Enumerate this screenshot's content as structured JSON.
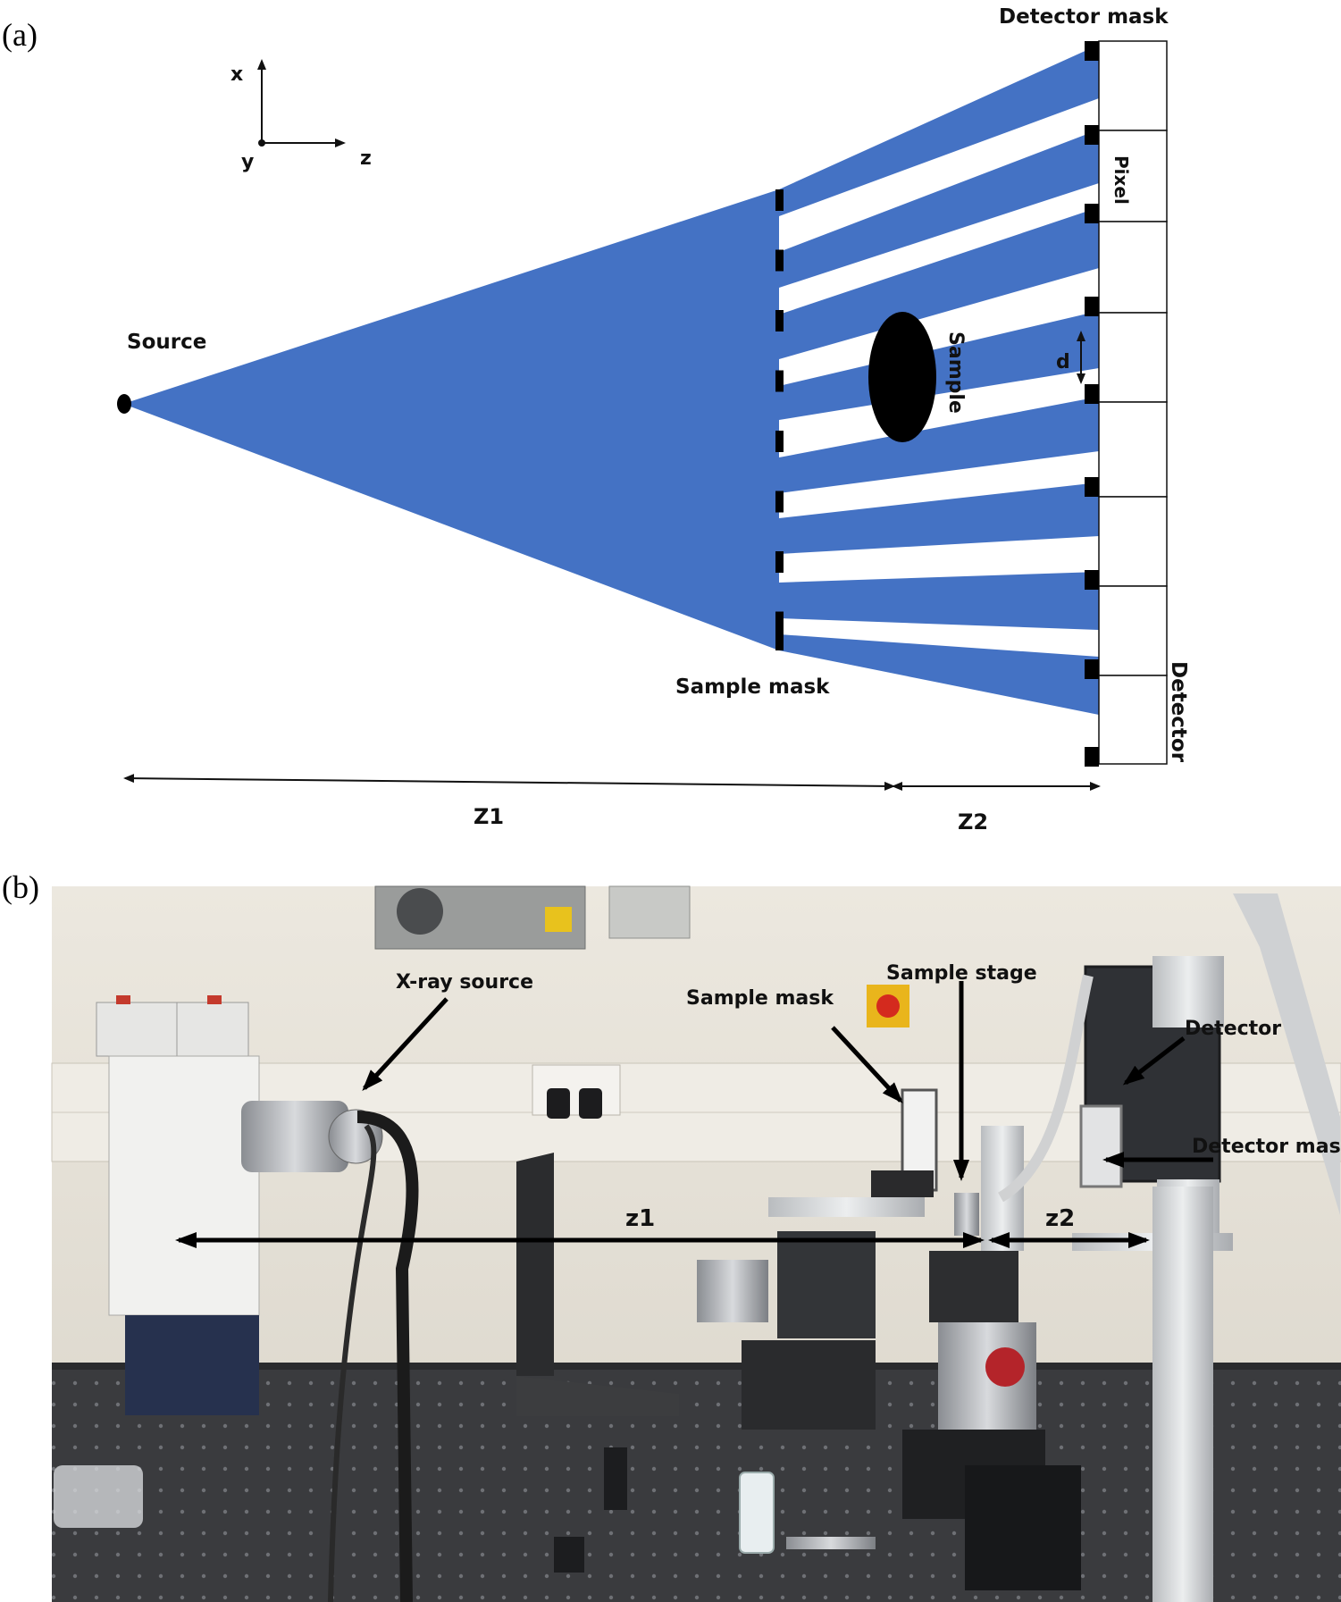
{
  "panel_labels": {
    "a": "(a)",
    "b": "(b)"
  },
  "diagram": {
    "axes": {
      "x": "x",
      "y": "y",
      "z": "z"
    },
    "labels": {
      "source": "Source",
      "sample": "Sample",
      "sample_mask": "Sample mask",
      "detector_mask": "Detector mask",
      "pixel": "Pixel",
      "detector": "Detector",
      "d": "d",
      "z1": "Z1",
      "z2": "Z2"
    },
    "colors": {
      "beam": "#4472c4",
      "mask": "#000000"
    }
  },
  "photo": {
    "labels": {
      "xray_source": "X-ray source",
      "sample_mask": "Sample mask",
      "sample_stage": "Sample stage",
      "detector": "Detector",
      "detector_mask": "Detector mask",
      "z1": "z1",
      "z2": "z2"
    }
  }
}
